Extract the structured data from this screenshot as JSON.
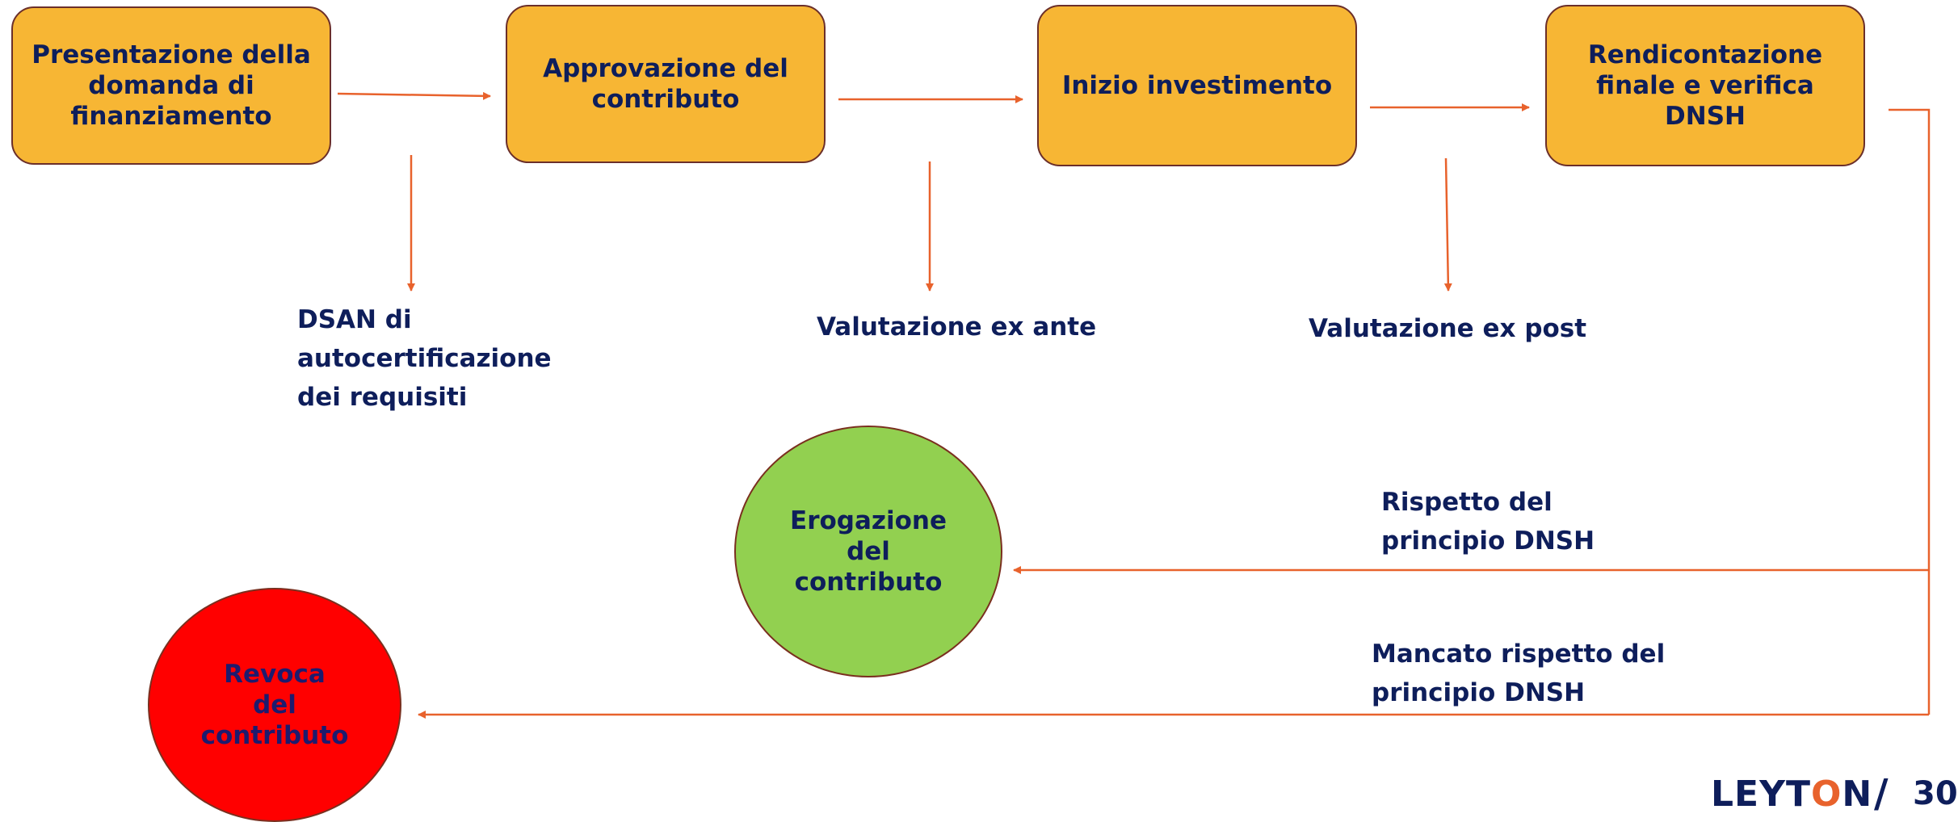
{
  "steps": [
    "Presentazione della domanda di finanziamento",
    "Approvazione del contributo",
    "Inizio investimento",
    "Rendicontazione finale e verifica DNSH"
  ],
  "notes": [
    "DSAN di\nautocertificazione\ndei requisiti",
    "Valutazione ex ante",
    "Valutazione ex post"
  ],
  "outcomes": {
    "positive_label": "Rispetto del\nprincipio DNSH",
    "positive_result": "Erogazione\ndel\ncontributo",
    "negative_label": "Mancato rispetto del\nprincipio DNSH",
    "negative_result": "Revoca\ndel\ncontributo"
  },
  "footer": {
    "logo_prefix": "LEYT",
    "logo_o": "O",
    "logo_suffix": "N",
    "slash": "/",
    "page_number": "30"
  },
  "colors": {
    "box": "#f7b634",
    "arrow": "#e8622c",
    "text": "#0e1e5b",
    "green": "#92d050",
    "red": "#ff0000"
  }
}
